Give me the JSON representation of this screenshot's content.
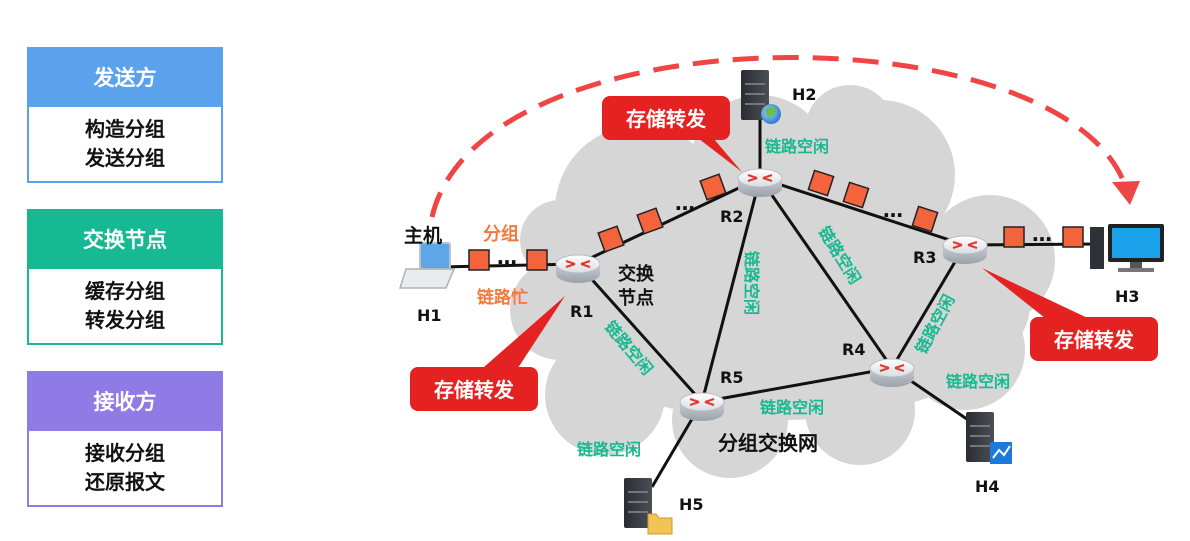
{
  "panels": [
    {
      "title": "发送方",
      "lines": [
        "构造分组",
        "发送分组"
      ],
      "color": "#5aa3ec"
    },
    {
      "title": "交换节点",
      "lines": [
        "缓存分组",
        "转发分组"
      ],
      "color": "#17b993"
    },
    {
      "title": "接收方",
      "lines": [
        "接收分组",
        "还原报文"
      ],
      "color": "#8f7be6"
    }
  ],
  "nodes": {
    "hosts": {
      "h1": "H1",
      "h2": "H2",
      "h3": "H3",
      "h4": "H4",
      "h5": "H5"
    },
    "routers": {
      "r1": "R1",
      "r2": "R2",
      "r3": "R3",
      "r4": "R4",
      "r5": "R5"
    }
  },
  "labels": {
    "host": "主机",
    "packet": "分组",
    "link_busy": "链路忙",
    "link_idle": "链路空闲",
    "switch_node_1": "交换",
    "switch_node_2": "节点",
    "network": "分组交换网",
    "dots": "…",
    "store_forward": "存储转发"
  },
  "colors": {
    "arrow": "#f04545",
    "callout": "#e52222",
    "packet": "#f4643c",
    "idle": "#18b991",
    "busy": "#f47a3c",
    "cloud": "#d6d6d6"
  }
}
